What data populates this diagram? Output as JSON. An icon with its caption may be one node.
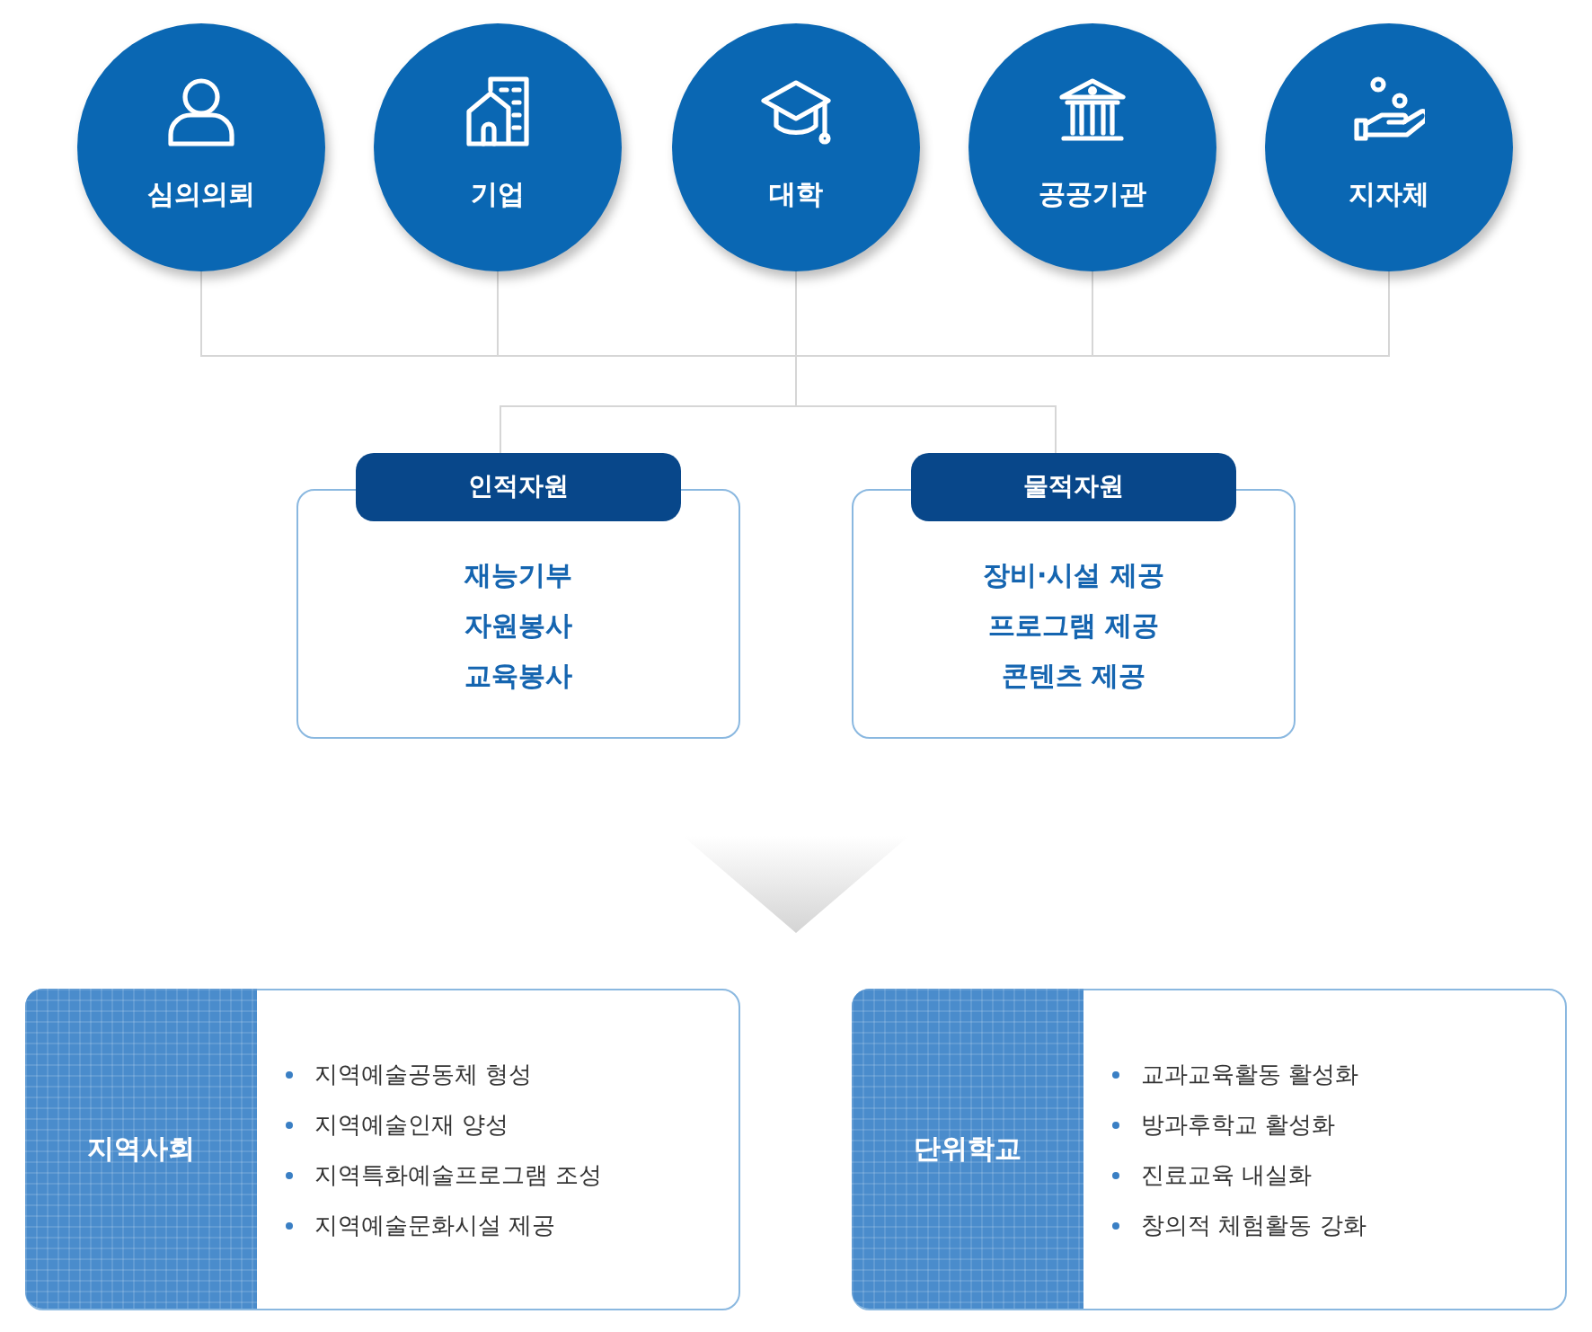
{
  "diagram": {
    "nodes": [
      {
        "text": [
          "심의의뢰"
        ]
      },
      {
        "text": [
          "기업"
        ]
      },
      {
        "text": [
          "대학"
        ]
      },
      {
        "text": [
          "공공기관"
        ]
      },
      {
        "text": [
          "지자체"
        ]
      },
      {
        "text": [
          "인적자원",
          "재능기부",
          "자원봉사",
          "교육봉사"
        ]
      },
      {
        "text": [
          "물적자원",
          "장비·시설 제공",
          "프로그램 제공",
          "콘텐츠 제공"
        ]
      },
      {
        "text": [
          "지역사회",
          "지역예술공동체 형성",
          "지역예술인재 양성",
          "지역특화예술프로그램 조성",
          "지역예술문화시설 제공"
        ]
      },
      {
        "text": [
          "단위학교",
          "교과교육활동 활성화",
          "방과후학교 활성화",
          "진료교육 내실화",
          "창의적 체험활동 강화"
        ]
      }
    ],
    "edges": [
      {
        "from": 0,
        "to": 5,
        "arrow": "none"
      },
      {
        "from": 1,
        "to": 5,
        "arrow": "none"
      },
      {
        "from": 2,
        "to": 5,
        "arrow": "none"
      },
      {
        "from": 3,
        "to": 5,
        "arrow": "none"
      },
      {
        "from": 4,
        "to": 5,
        "arrow": "none"
      },
      {
        "from": 0,
        "to": 6,
        "arrow": "none"
      },
      {
        "from": 1,
        "to": 6,
        "arrow": "none"
      },
      {
        "from": 2,
        "to": 6,
        "arrow": "none"
      },
      {
        "from": 3,
        "to": 6,
        "arrow": "none"
      },
      {
        "from": 4,
        "to": 6,
        "arrow": "none"
      }
    ]
  }
}
